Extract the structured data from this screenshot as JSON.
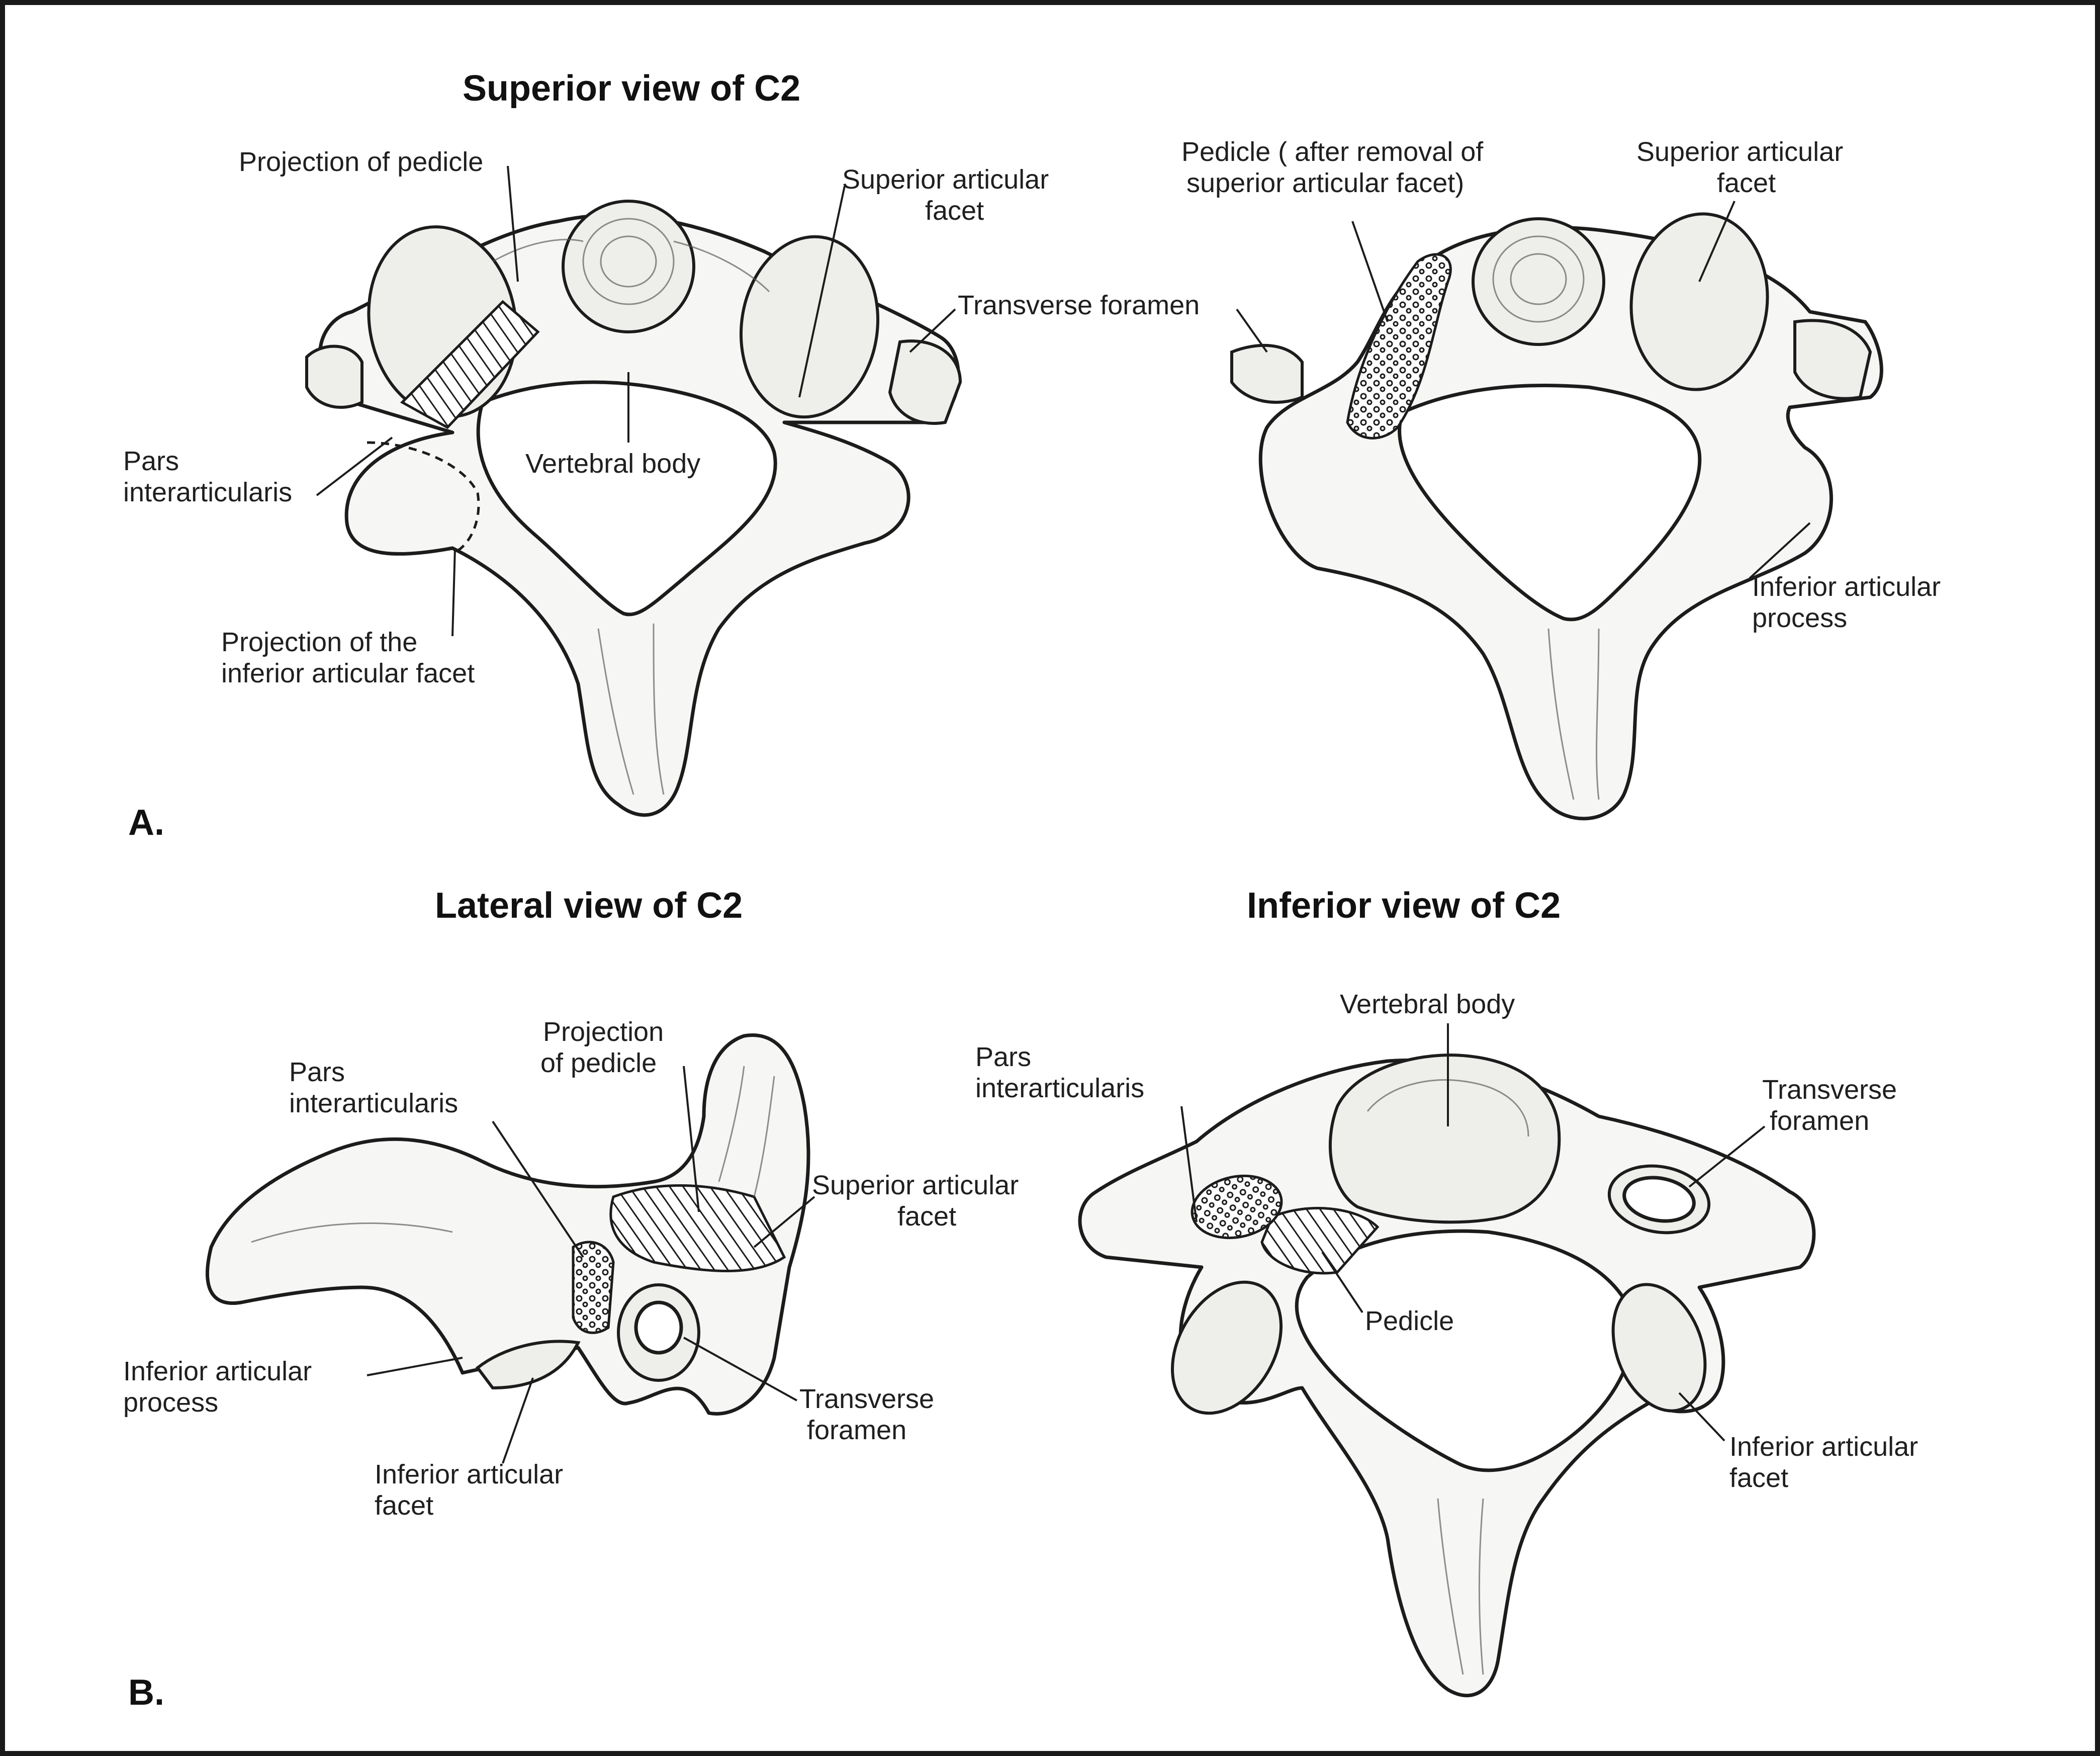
{
  "titles": {
    "superior": "Superior view of C2",
    "lateral": "Lateral view of C2",
    "inferior": "Inferior view of C2"
  },
  "panels": {
    "a": "A.",
    "b": "B."
  },
  "labels": {
    "tl_pedicle_proj": "Projection of pedicle",
    "tl_sup_facet": [
      "Superior articular",
      "facet"
    ],
    "tl_trans_foramen": "Transverse foramen",
    "tl_pars": [
      "Pars",
      "interarticularis"
    ],
    "tl_body": "Vertebral body",
    "tl_inf_facet_proj": [
      "Projection of the",
      "inferior articular facet"
    ],
    "tr_pedicle": [
      "Pedicle ( after removal of",
      "superior articular facet)"
    ],
    "tr_sup_facet": [
      "Superior articular",
      "facet"
    ],
    "tr_inf_process": [
      "Inferior articular",
      "process"
    ],
    "bl_pedicle_proj": [
      "Projection",
      "of pedicle"
    ],
    "bl_pars": [
      "Pars",
      "interarticularis"
    ],
    "bl_sup_facet": [
      "Superior articular",
      "facet"
    ],
    "bl_inf_process": [
      "Inferior articular",
      "process"
    ],
    "bl_inf_facet": [
      "Inferior articular",
      "facet"
    ],
    "bl_trans_foramen": [
      "Transverse",
      "foramen"
    ],
    "br_body": "Vertebral body",
    "br_pars": [
      "Pars",
      "interarticularis"
    ],
    "br_trans_foramen": [
      "Transverse",
      "foramen"
    ],
    "br_pedicle": "Pedicle",
    "br_inf_facet": [
      "Inferior articular",
      "facet"
    ]
  }
}
